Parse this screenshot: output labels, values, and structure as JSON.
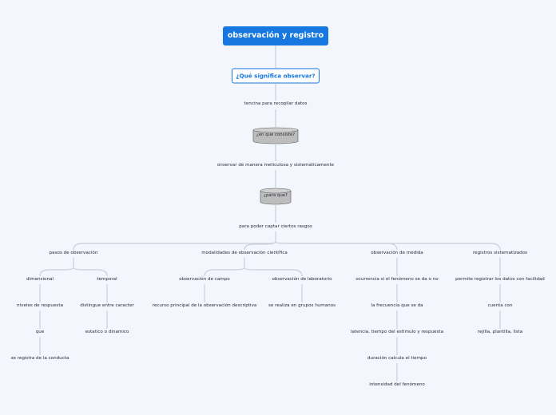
{
  "root": {
    "label": "observación y registro"
  },
  "main_topic": {
    "label": "¿Qué significa observar?"
  },
  "chain": {
    "c1": "tencina para recopilar datos",
    "q1": "¿en que consiste?",
    "c2": "onservar de manera meticulosa y sistematicamente",
    "q2": "¿para que?",
    "c3": "para poder captar ciertos rasgos"
  },
  "branches": {
    "pasos": {
      "label": "pasos de observación",
      "dimensional": {
        "label": "dimensional",
        "items": [
          "niveles de respuesta",
          "que",
          "se registra de la conducta"
        ]
      },
      "temporal": {
        "label": "temporal",
        "items": [
          "distingue entre caracter",
          "estatico o dinamico"
        ]
      }
    },
    "modalidades": {
      "label": "modalidades de observación científica",
      "campo": {
        "label": "observación de campo",
        "items": [
          "recurso principal de la observación descriptiva"
        ]
      },
      "laboratorio": {
        "label": "observación de laboratorio",
        "items": [
          "se realiza en grupos humanos"
        ]
      }
    },
    "medida": {
      "label": "observación de medida",
      "items": [
        "ocurrencia si el fenómeno se da o no",
        "la frecuencia que se da",
        "latencia, tiempo del estimulo y respuesta",
        "duración calcula el tiempo",
        "intensidad del fenómeno"
      ]
    },
    "registros": {
      "label": "registros sistematizados",
      "items": [
        "permite registrar los datos con facilidad",
        "cuenta con",
        "rejilla, plantilla, lista"
      ]
    }
  },
  "colors": {
    "root_bg": "#1677e0",
    "main_border": "#1677e0",
    "cylinder_fill": "#bdbdbd",
    "link": "#c9ced8",
    "background": "#f3f6fd"
  }
}
